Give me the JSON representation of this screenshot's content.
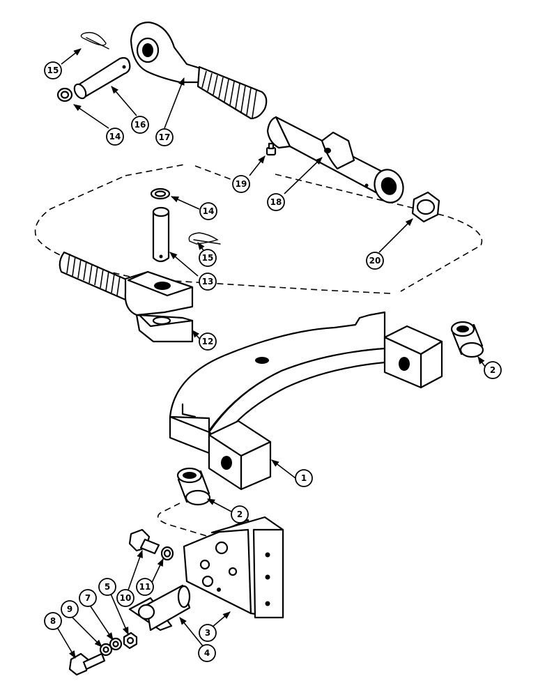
{
  "callouts": [
    {
      "id": "c15a",
      "label": "15"
    },
    {
      "id": "c16",
      "label": "16"
    },
    {
      "id": "c14a",
      "label": "14"
    },
    {
      "id": "c17",
      "label": "17"
    },
    {
      "id": "c19",
      "label": "19"
    },
    {
      "id": "c18",
      "label": "18"
    },
    {
      "id": "c14b",
      "label": "14"
    },
    {
      "id": "c15b",
      "label": "15"
    },
    {
      "id": "c13",
      "label": "13"
    },
    {
      "id": "c20",
      "label": "20"
    },
    {
      "id": "c12",
      "label": "12"
    },
    {
      "id": "c2a",
      "label": "2"
    },
    {
      "id": "c1",
      "label": "1"
    },
    {
      "id": "c2b",
      "label": "2"
    },
    {
      "id": "c10",
      "label": "10"
    },
    {
      "id": "c11",
      "label": "11"
    },
    {
      "id": "c8",
      "label": "8"
    },
    {
      "id": "c9",
      "label": "9"
    },
    {
      "id": "c7",
      "label": "7"
    },
    {
      "id": "c5",
      "label": "5"
    },
    {
      "id": "c3",
      "label": "3"
    },
    {
      "id": "c4",
      "label": "4"
    }
  ]
}
